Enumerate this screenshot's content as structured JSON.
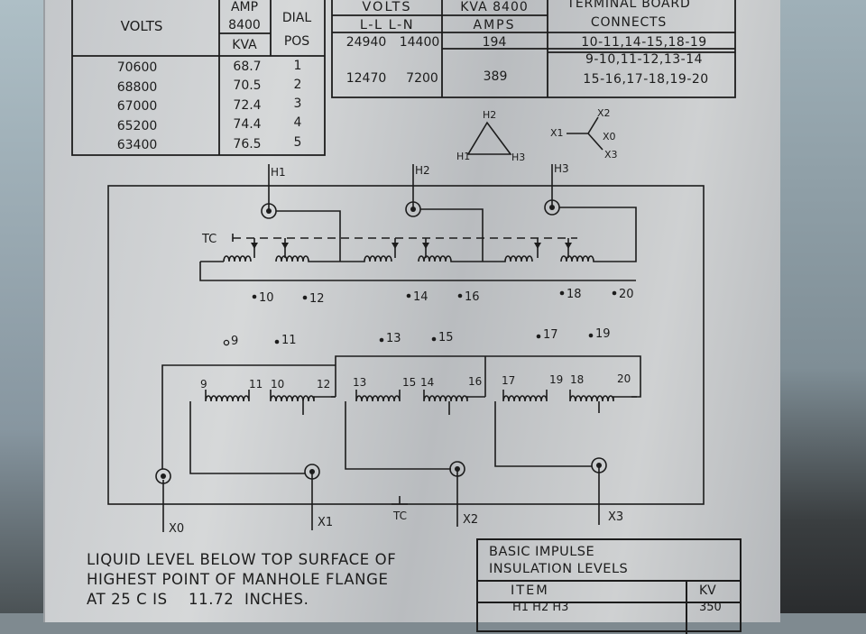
{
  "tap_table": {
    "headers": {
      "volts": "VOLTS",
      "amp": "AMP",
      "kva_val": "8400",
      "kva": "KVA",
      "dial": "DIAL",
      "pos": "POS"
    },
    "rows": [
      {
        "volts": "70600",
        "amp": "68.7",
        "pos": "1"
      },
      {
        "volts": "68800",
        "amp": "70.5",
        "pos": "2"
      },
      {
        "volts": "67000",
        "amp": "72.4",
        "pos": "3"
      },
      {
        "volts": "65200",
        "amp": "74.4",
        "pos": "4"
      },
      {
        "volts": "63400",
        "amp": "76.5",
        "pos": "5"
      }
    ]
  },
  "connection_table": {
    "headers": {
      "volts": "VOLTS",
      "ll_ln": "L-L  L-N",
      "kva": "KVA 8400",
      "amps": "AMPS",
      "tb1": "TERMINAL BOARD",
      "tb2": "CONNECTS"
    },
    "rows": [
      {
        "ll": "24940",
        "ln": "14400",
        "amps": "194",
        "connects": [
          "10-11,14-15,18-19"
        ]
      },
      {
        "ll": "12470",
        "ln": "7200",
        "amps": "389",
        "connects": [
          "9-10,11-12,13-14",
          "15-16,17-18,19-20"
        ]
      }
    ]
  },
  "vector": {
    "h1": "H1",
    "h2": "H2",
    "h3": "H3",
    "x0": "X0",
    "x1": "X1",
    "x2": "X2",
    "x3": "X3"
  },
  "schematic": {
    "h_labels": [
      "H1",
      "H2",
      "H3"
    ],
    "tc": "TC",
    "upper_terms": [
      "10",
      "12",
      "14",
      "16",
      "18",
      "20"
    ],
    "lower_terms": [
      "9",
      "11",
      "13",
      "15",
      "17",
      "19"
    ],
    "coil_terms": [
      "9",
      "11",
      "10",
      "12",
      "13",
      "15",
      "14",
      "16",
      "17",
      "19",
      "18",
      "20"
    ],
    "x_labels": [
      "X0",
      "X1",
      "X2",
      "X3"
    ],
    "tc_bottom": "TC"
  },
  "liquid_level": [
    "LIQUID LEVEL BELOW TOP SURFACE OF",
    "HIGHEST POINT OF MANHOLE FLANGE",
    "AT 25 C IS    11.72  INCHES."
  ],
  "bil": {
    "title1": "BASIC IMPULSE",
    "title2": "INSULATION LEVELS",
    "item": "ITEM",
    "kv": "KV",
    "first_item": "H1  H2  H3",
    "first_kv": "350"
  }
}
